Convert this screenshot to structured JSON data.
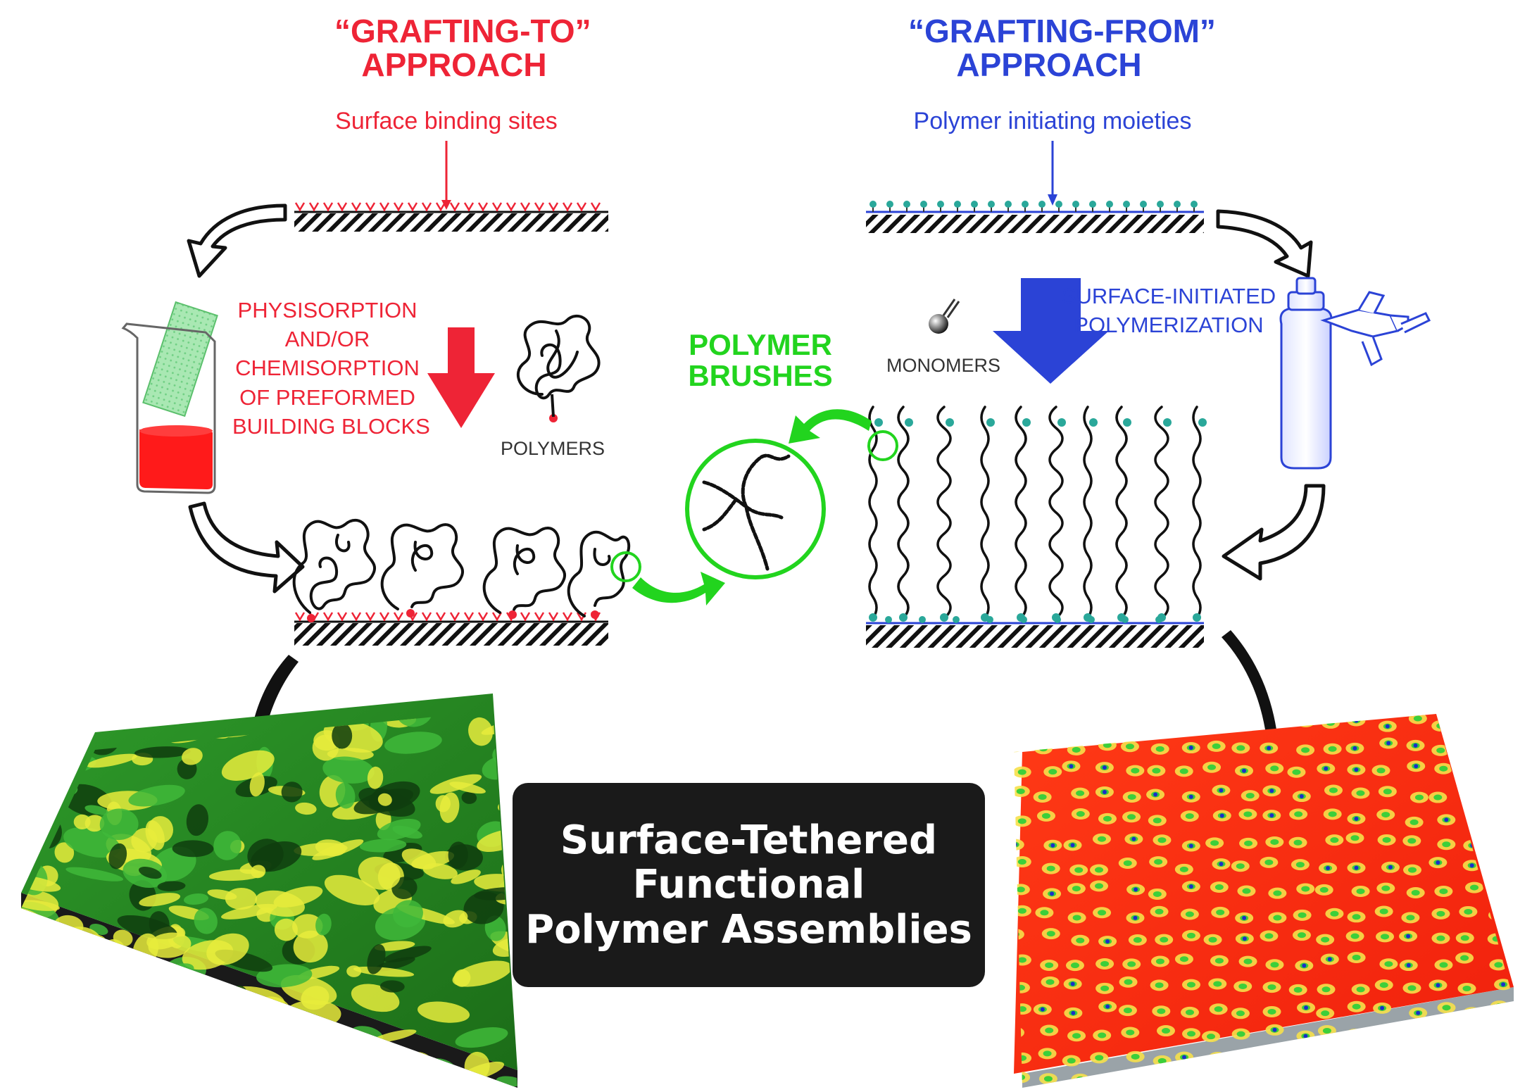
{
  "grafting_to": {
    "heading_line1": "“GRAFTING-TO”",
    "heading_line2": "APPROACH",
    "sites_label": "Surface binding sites",
    "process_line1": "PHYSISORPTION",
    "process_line2": "AND/OR",
    "process_line3": "CHEMISORPTION",
    "process_line4": "OF PREFORMED",
    "process_line5": "BUILDING BLOCKS",
    "polymers_label": "POLYMERS"
  },
  "grafting_from": {
    "heading_line1": "“GRAFTING-FROM”",
    "heading_line2": "APPROACH",
    "moieties_label": "Polymer initiating moieties",
    "process_line1": "SURFACE-INITIATED",
    "process_line2": "POLYMERIZATION",
    "monomers_label": "MONOMERS"
  },
  "center": {
    "brushes_line1": "POLYMER",
    "brushes_line2": "BRUSHES",
    "box_line1": "Surface-Tethered",
    "box_line2": "Functional",
    "box_line3": "Polymer Assemblies"
  },
  "colors": {
    "red": "#ee2436",
    "blue": "#2b43d6",
    "green": "#22d41e",
    "teal": "#2aa89a",
    "black": "#111111"
  }
}
